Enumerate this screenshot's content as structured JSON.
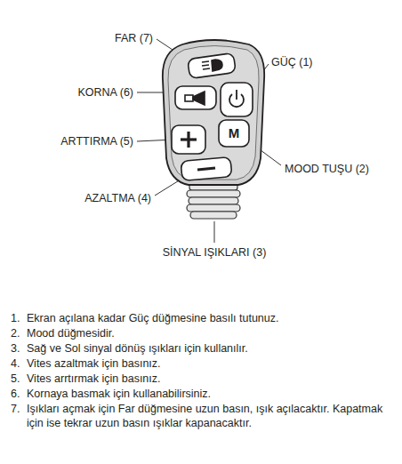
{
  "diagram": {
    "labels": [
      "FAR (7)",
      "KORNA (6)",
      "GÜÇ (1)",
      "ARTTIRMA (5)",
      "M",
      "MOOD TUŞU (2)",
      "AZALTMA (4)",
      "SİNYAL IŞIKLARI (3)",
      "1.",
      "Ekran açılana kadar Güç düğmesine basılı tutunuz.",
      "2.",
      "Mood düğmesidir.",
      "3.",
      "Sağ ve Sol sinyal dönüş ışıkları için kullanılır.",
      "4.",
      "Vites azaltmak için basınız.",
      "5.",
      "Vites arrtırmak için basınız.",
      "6.",
      "Kornaya basmak için kullanabilirsiniz.",
      "7.",
      "Işıkları açmak için Far düğmesine uzun basın, ışık açılacaktır. Kapatmak için ise tekrar uzun basın ışıklar kapanacaktır."
    ]
  }
}
